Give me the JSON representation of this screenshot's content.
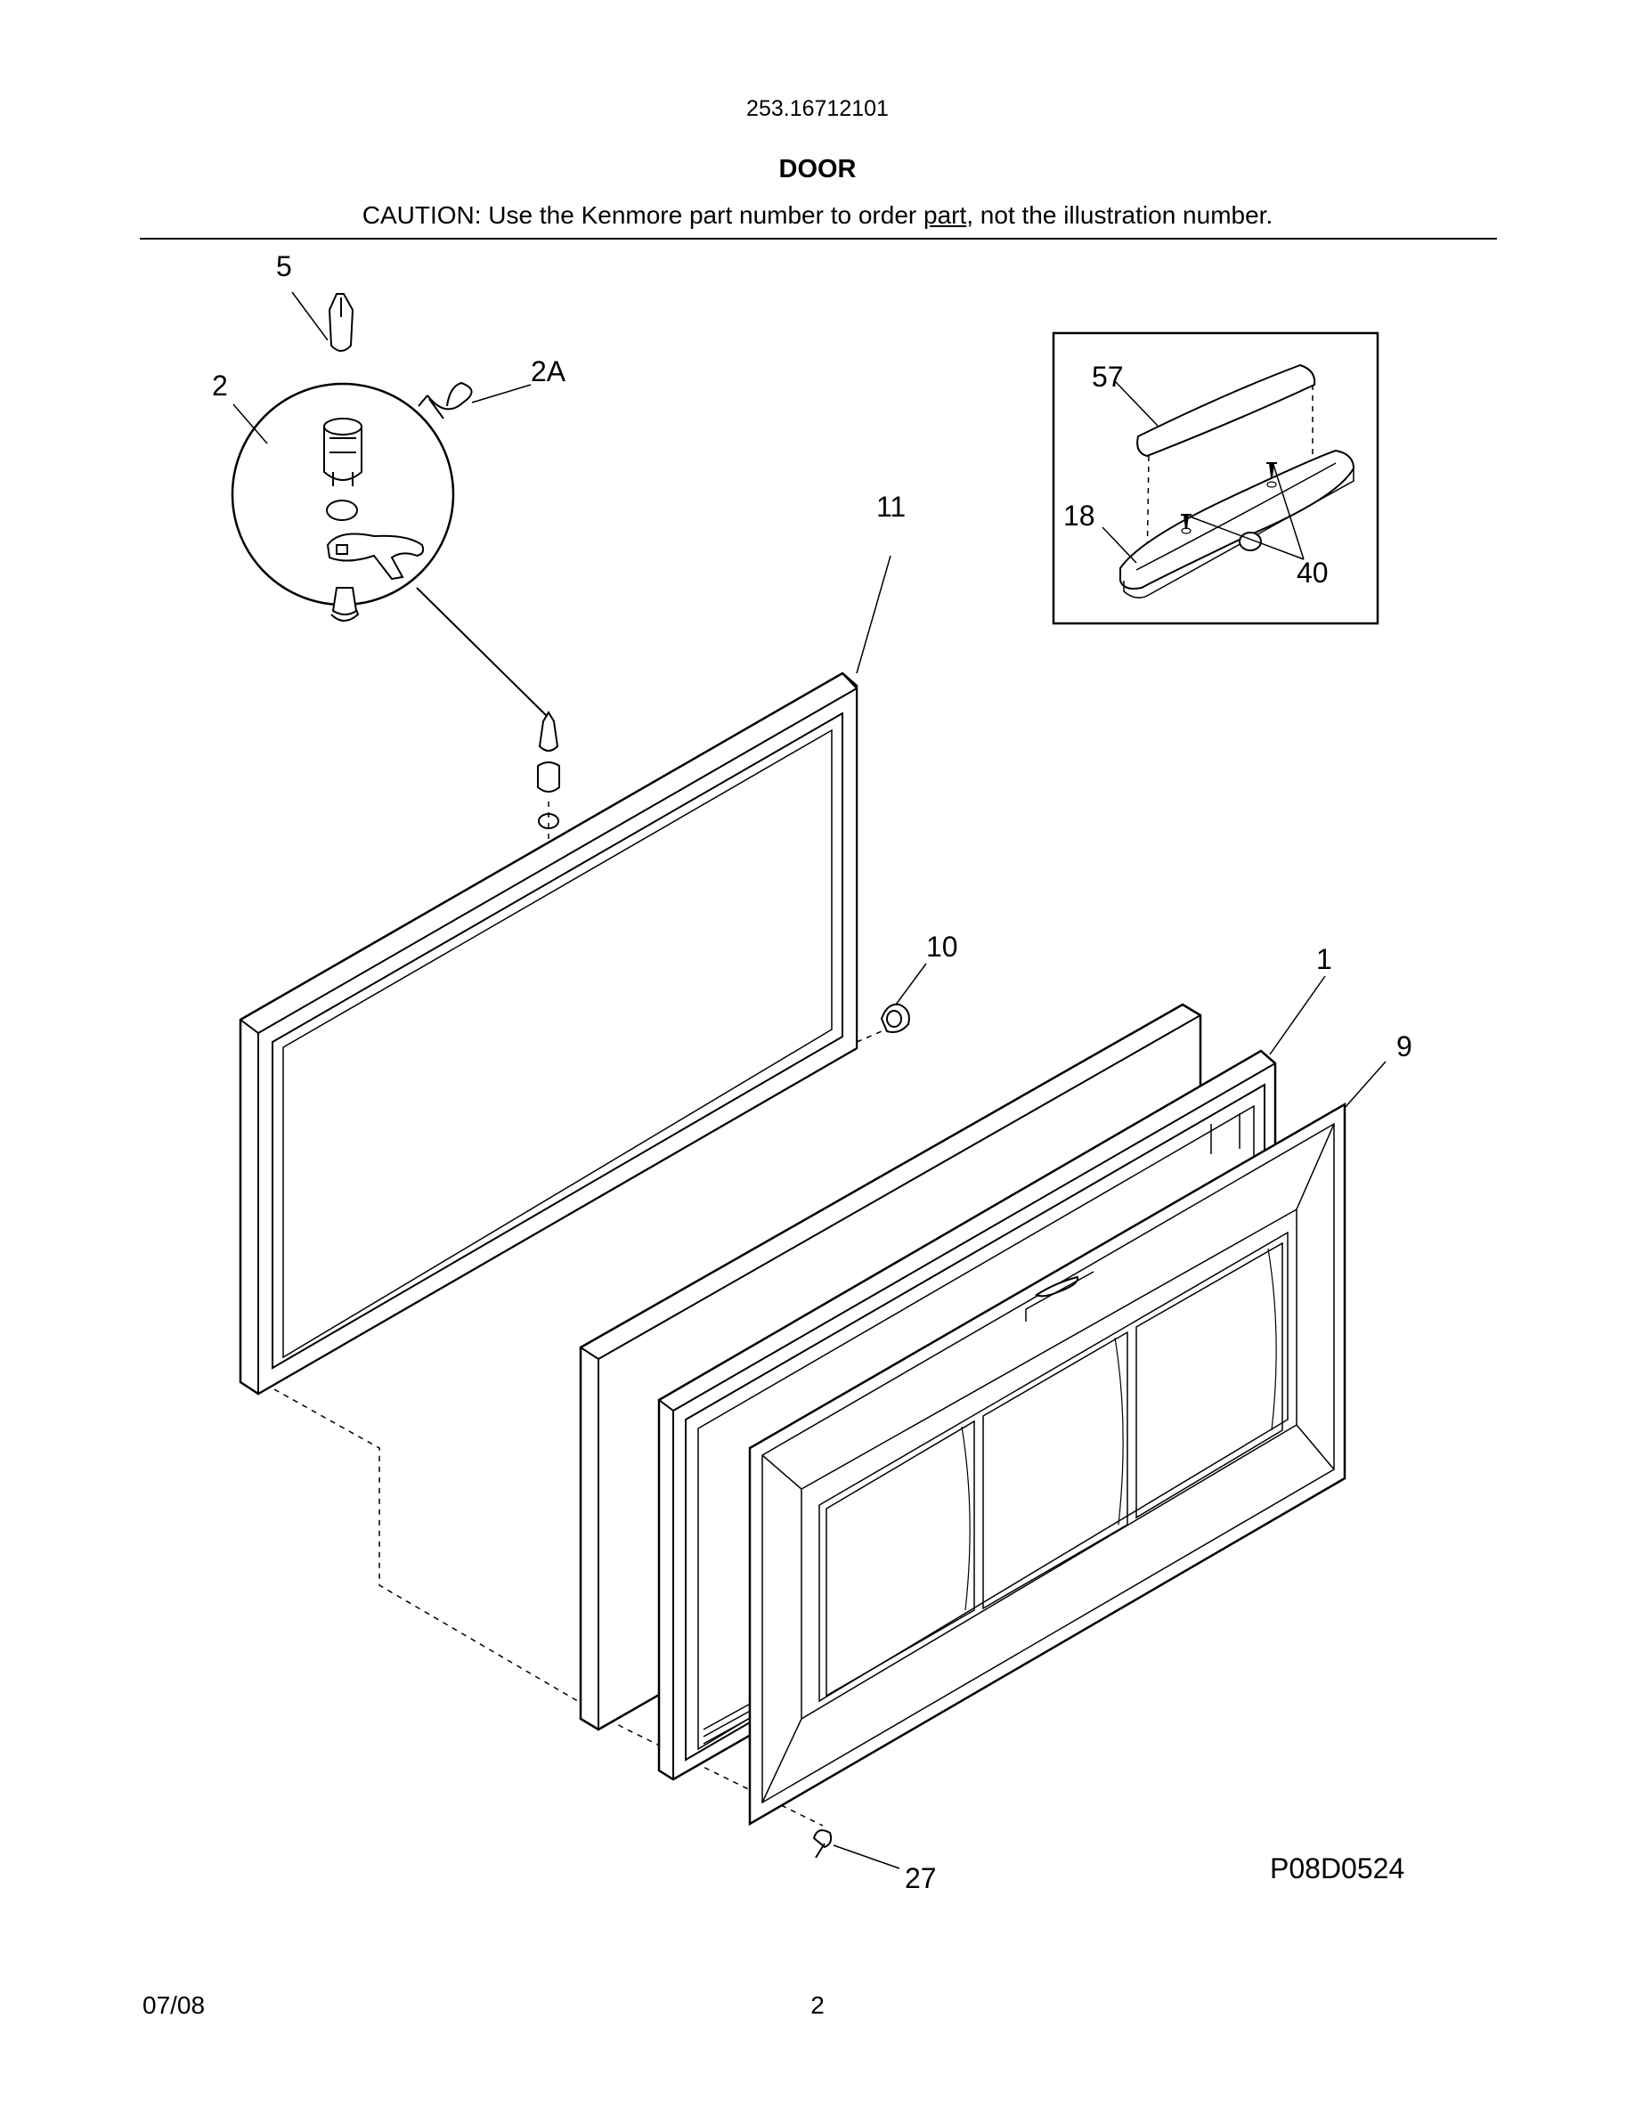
{
  "header": {
    "model_number": "253.16712101",
    "section_title": "DOOR",
    "caution_before": "CAUTION: Use the Kenmore part number to order ",
    "caution_underlined": "part",
    "caution_after": ", not the illustration number."
  },
  "callouts": {
    "c5": "5",
    "c2": "2",
    "c2A": "2A",
    "c11": "11",
    "c57": "57",
    "c18": "18",
    "c40": "40",
    "c10": "10",
    "c1": "1",
    "c9": "9",
    "c27": "27"
  },
  "figure_id": "P08D0524",
  "footer": {
    "date": "07/08",
    "page_number": "2"
  }
}
